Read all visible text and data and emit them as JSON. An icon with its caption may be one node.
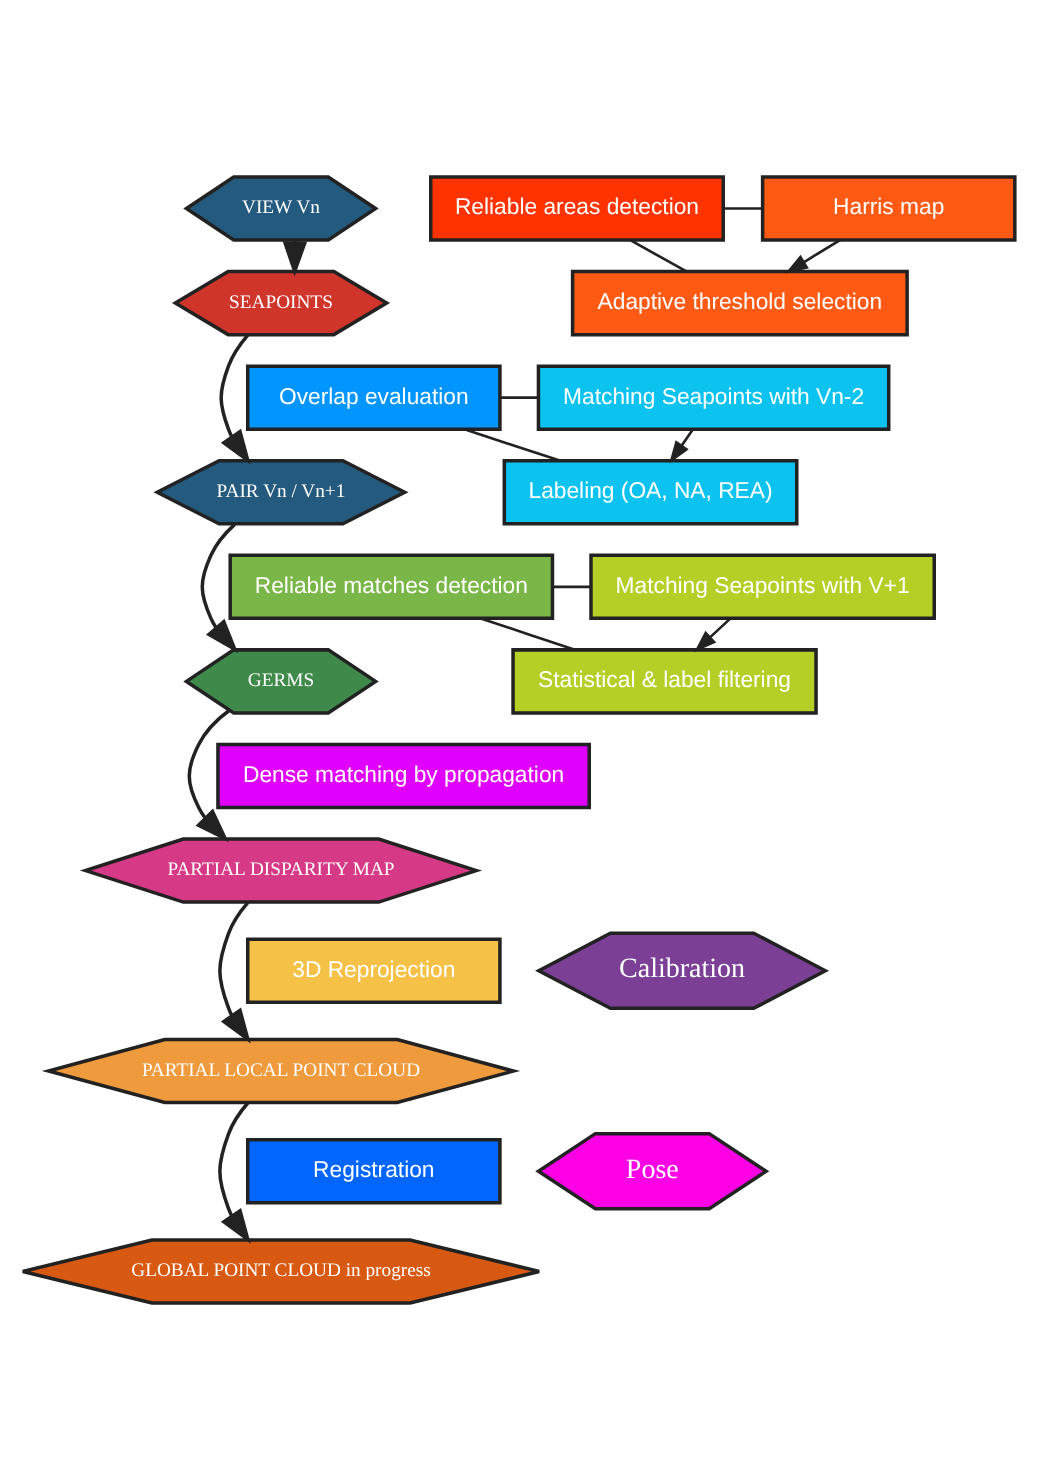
{
  "diagram": {
    "nodes": [
      {
        "text": [
          "VIEW Vn"
        ]
      },
      {
        "text": [
          "SEAPOINTS"
        ]
      },
      {
        "text": [
          "PAIR Vn / Vn+1"
        ]
      },
      {
        "text": [
          "GERMS"
        ]
      },
      {
        "text": [
          "PARTIAL DISPARITY MAP"
        ]
      },
      {
        "text": [
          "PARTIAL LOCAL POINT CLOUD"
        ]
      },
      {
        "text": [
          "GLOBAL POINT CLOUD in progress"
        ]
      },
      {
        "text": [
          "Reliable areas detection"
        ]
      },
      {
        "text": [
          "Harris map"
        ]
      },
      {
        "text": [
          "Adaptive threshold selection"
        ]
      },
      {
        "text": [
          "Overlap evaluation"
        ]
      },
      {
        "text": [
          "Matching Seapoints with Vn-2"
        ]
      },
      {
        "text": [
          "Labeling (OA, NA, REA)"
        ]
      },
      {
        "text": [
          "Reliable matches detection"
        ]
      },
      {
        "text": [
          "Matching Seapoints with V+1"
        ]
      },
      {
        "text": [
          "Statistical & label filtering"
        ]
      },
      {
        "text": [
          "Dense matching by propagation"
        ]
      },
      {
        "text": [
          "3D Reprojection"
        ]
      },
      {
        "text": [
          "Calibration"
        ]
      },
      {
        "text": [
          "Registration"
        ]
      },
      {
        "text": [
          "Pose"
        ]
      }
    ],
    "edges": [
      {
        "from": 0,
        "to": 1,
        "arrow": "to"
      },
      {
        "from": 1,
        "to": 2,
        "arrow": "to"
      },
      {
        "from": 2,
        "to": 3,
        "arrow": "to"
      },
      {
        "from": 3,
        "to": 4,
        "arrow": "to"
      },
      {
        "from": 4,
        "to": 5,
        "arrow": "to"
      },
      {
        "from": 5,
        "to": 6,
        "arrow": "to"
      },
      {
        "from": 7,
        "to": 8,
        "arrow": "none"
      },
      {
        "from": 7,
        "to": 9,
        "arrow": "none"
      },
      {
        "from": 8,
        "to": 9,
        "arrow": "to"
      },
      {
        "from": 10,
        "to": 11,
        "arrow": "none"
      },
      {
        "from": 10,
        "to": 12,
        "arrow": "none"
      },
      {
        "from": 11,
        "to": 12,
        "arrow": "to"
      },
      {
        "from": 13,
        "to": 14,
        "arrow": "none"
      },
      {
        "from": 13,
        "to": 15,
        "arrow": "none"
      },
      {
        "from": 14,
        "to": 15,
        "arrow": "to"
      }
    ]
  }
}
